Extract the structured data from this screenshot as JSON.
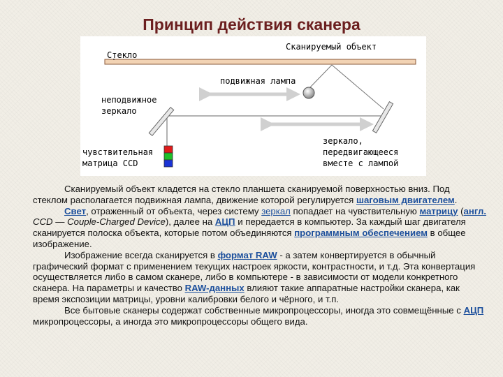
{
  "title": "Принцип действия сканера",
  "diagram": {
    "label_glass": "Стекло",
    "label_object": "Сканируемый объект",
    "label_lamp": "подвижная лампа",
    "label_fixed_mirror_1": "неподвижное",
    "label_fixed_mirror_2": "зеркало",
    "label_ccd_1": "чувствительная",
    "label_ccd_2": "матрица CCD",
    "label_moving_mirror_1": "зеркало,",
    "label_moving_mirror_2": "передвигающееся",
    "label_moving_mirror_3": "вместе с лампой",
    "colors": {
      "glass": "#f2d3b4",
      "glass_border": "#8a5a3a",
      "ccd_red": "#e01b1b",
      "ccd_green": "#1fbf2a",
      "ccd_blue": "#1a33d6",
      "arrow": "#d0d0d0"
    }
  },
  "text": {
    "p1": "Сканируемый объект кладется на стекло планшета сканируемой поверхностью вниз. Под стеклом располагается подвижная лампа, движение которой регулируется ",
    "p1_link": "шаговым двигателем",
    "p1_end": ".",
    "p2_link1": "Свет",
    "p2_a": ", отраженный от объекта, через систему ",
    "p2_link2": "зеркал",
    "p2_b": " попадает на чувствительную ",
    "p2_link3": "матрицу",
    "p2_c": " (",
    "p2_link4": "англ.",
    "p2_d": " ",
    "p2_ital": "CCD — Couple-Charged Device",
    "p2_e": "), далее на ",
    "p2_link5": "АЦП",
    "p2_f": " и передается в компьютер. За каждый шаг двигателя сканируется полоска объекта, которые потом объединяются ",
    "p2_link6": "программным обеспечением",
    "p2_g": " в общее изображение.",
    "p3_a": "Изображение всегда сканируется в ",
    "p3_link1": "формат RAW",
    "p3_b": " - а затем конвертируется в обычный графический формат с применением текущих настроек яркости, контрастности, и т.д. Эта конвертация осуществляется либо в самом сканере, либо в компьютере - в зависимости от модели конкретного сканера. На параметры и качество ",
    "p3_link2": "RAW-данных",
    "p3_c": " влияют такие аппаратные настройки сканера, как время экспозиции матрицы, уровни калибровки белого и чёрного, и т.п.",
    "p4_a": "Все бытовые сканеры содержат собственные микропроцессоры, иногда это совмещённые с ",
    "p4_link": "АЦП",
    "p4_b": " микропроцессоры, а иногда это микропроцессоры общего вида."
  }
}
